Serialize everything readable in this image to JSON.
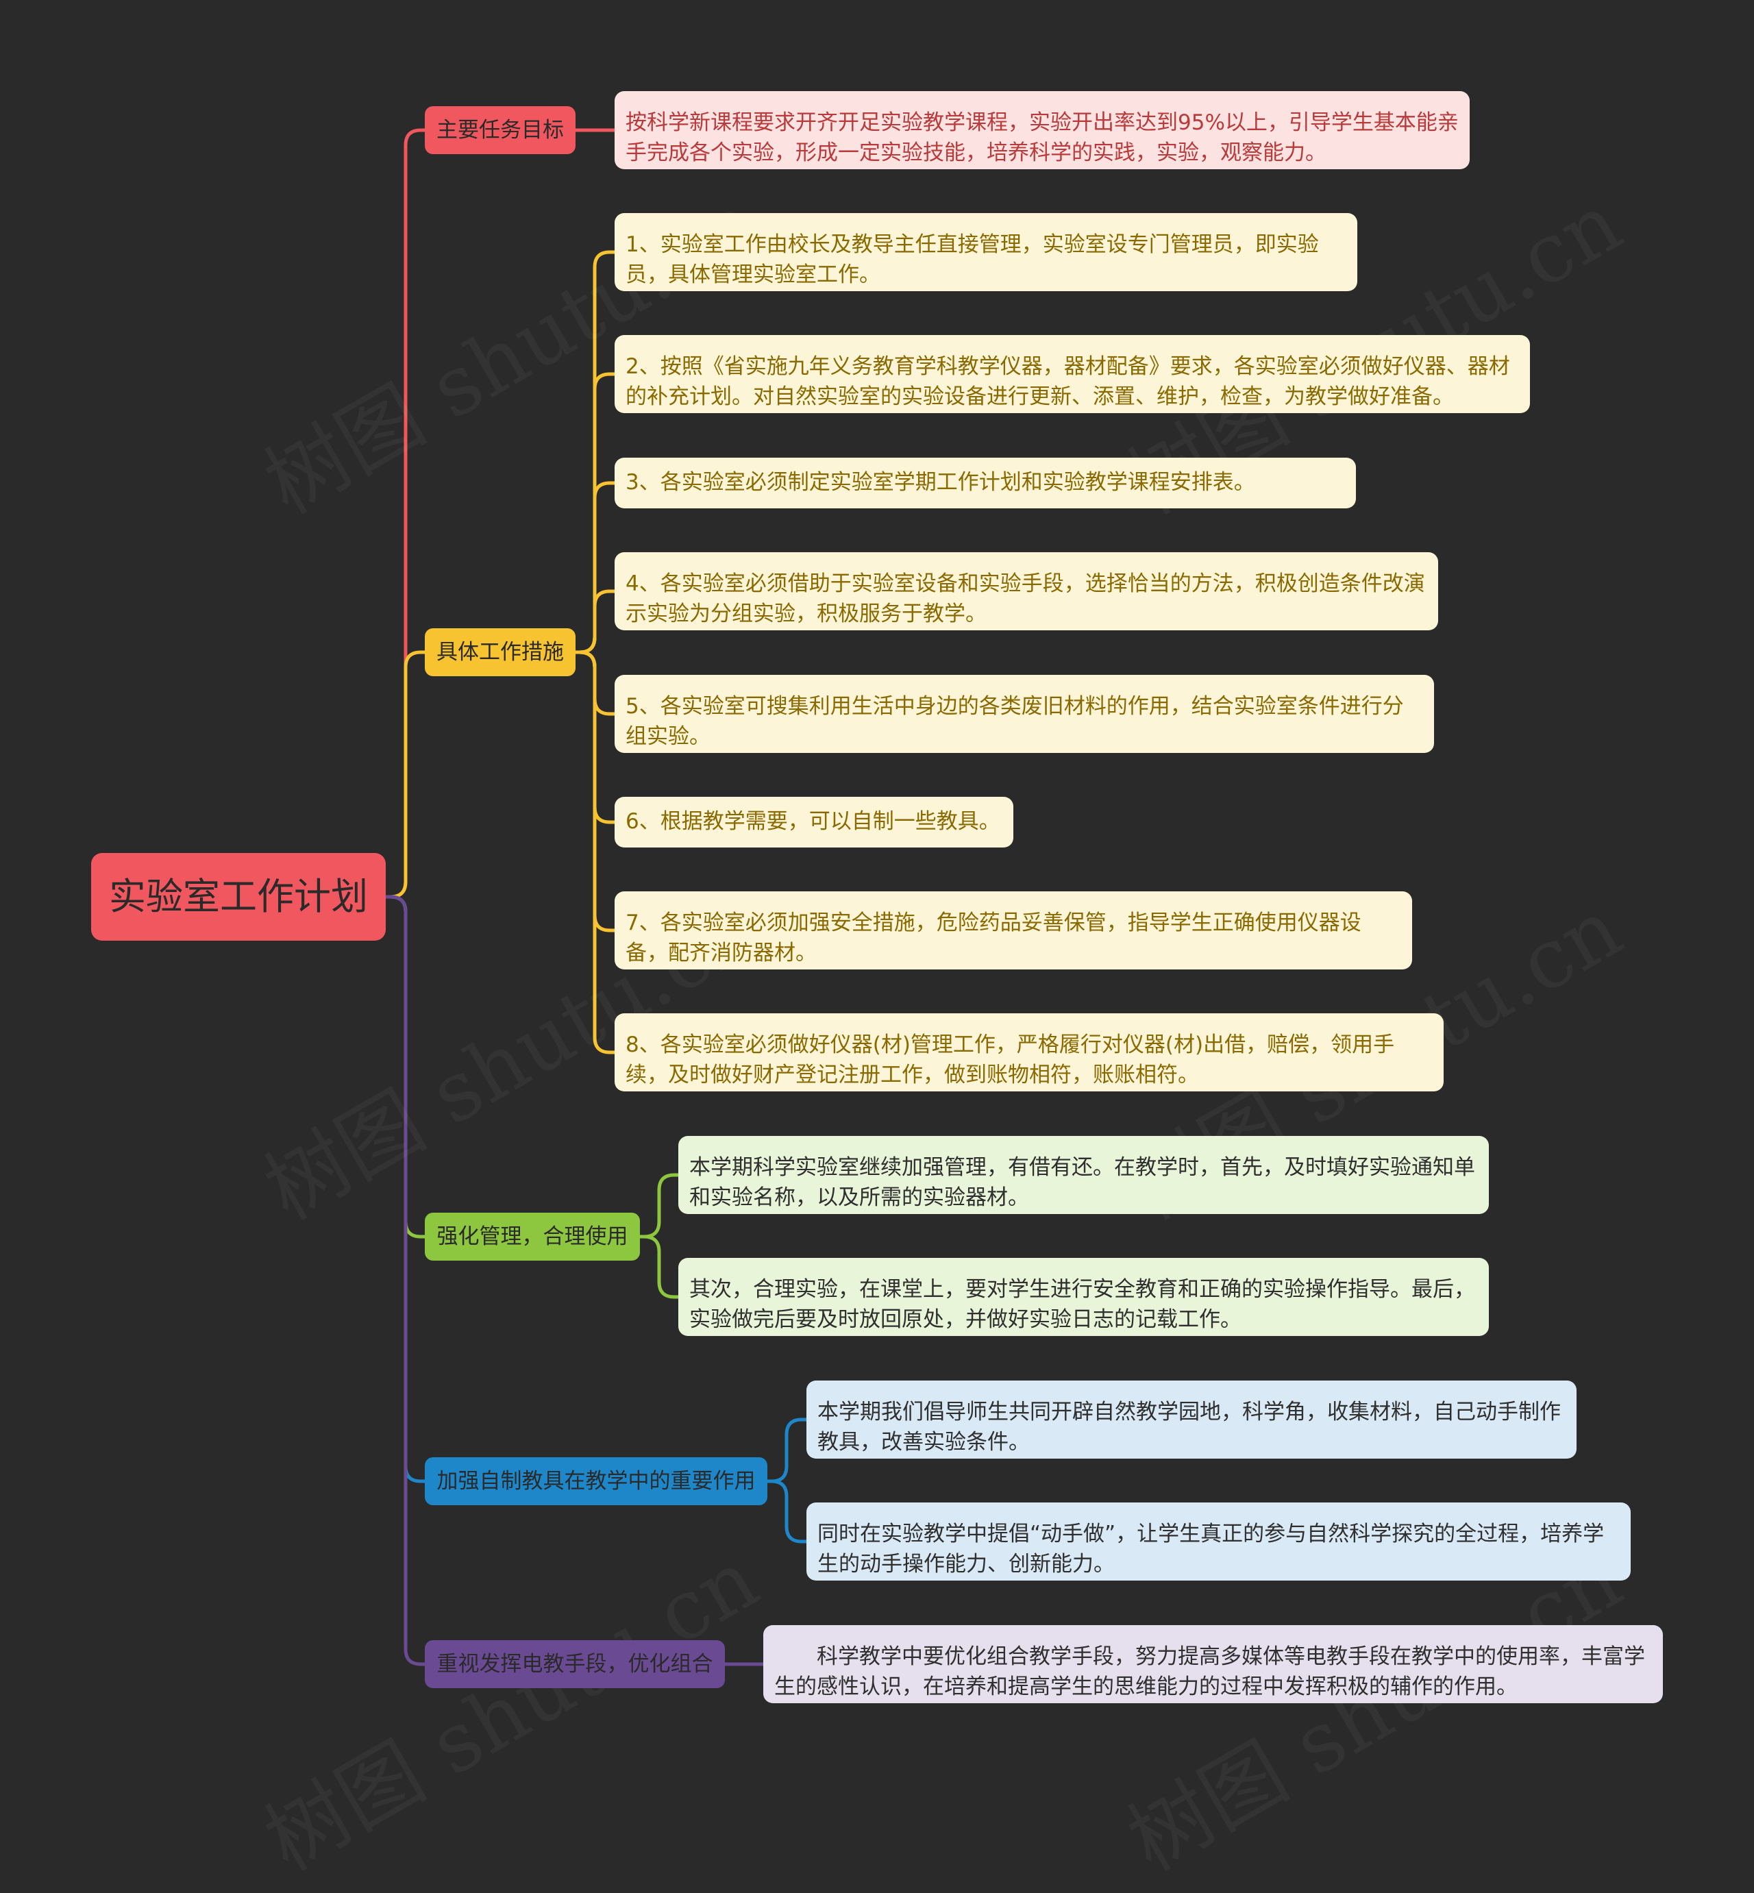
{
  "root": {
    "label": "实验室工作计划",
    "color": "#f0575e"
  },
  "branches": [
    {
      "label": "主要任务目标",
      "color": "#f0575e",
      "leaf_bg": "#fde2e2",
      "leaf_text": "#b93a3a",
      "leaves": [
        "按科学新课程要求开齐开足实验教学课程，实验开出率达到95%以上，引导学生基本能亲手完成各个实验，形成一定实验技能，培养科学的实践，实验，观察能力。"
      ]
    },
    {
      "label": "具体工作措施",
      "color": "#f7c331",
      "leaf_bg": "#fdf5d8",
      "leaf_text": "#8a6a00",
      "leaves": [
        "1、实验室工作由校长及教导主任直接管理，实验室设专门管理员，即实验员，具体管理实验室工作。",
        "2、按照《省实施九年义务教育学科教学仪器，器材配备》要求，各实验室必须做好仪器、器材的补充计划。对自然实验室的实验设备进行更新、添置、维护，检查，为教学做好准备。",
        "3、各实验室必须制定实验室学期工作计划和实验教学课程安排表。",
        "4、各实验室必须借助于实验室设备和实验手段，选择恰当的方法，积极创造条件改演示实验为分组实验，积极服务于教学。",
        "5、各实验室可搜集利用生活中身边的各类废旧材料的作用，结合实验室条件进行分组实验。",
        "6、根据教学需要，可以自制一些教具。",
        "7、各实验室必须加强安全措施，危险药品妥善保管，指导学生正确使用仪器设备，配齐消防器材。",
        "8、各实验室必须做好仪器(材)管理工作，严格履行对仪器(材)出借，赔偿，领用手续，及时做好财产登记注册工作，做到账物相符，账账相符。"
      ]
    },
    {
      "label": "强化管理，合理使用",
      "color": "#8dc63f",
      "leaf_bg": "#e9f5d9",
      "leaf_text": "#2f2f2f",
      "leaves": [
        "本学期科学实验室继续加强管理，有借有还。在教学时，首先，及时填好实验通知单和实验名称，以及所需的实验器材。",
        "其次，合理实验，在课堂上，要对学生进行安全教育和正确的实验操作指导。最后，实验做完后要及时放回原处，并做好实验日志的记载工作。"
      ]
    },
    {
      "label": "加强自制教具在教学中的重要作用",
      "color": "#1e87c9",
      "leaf_bg": "#d9e9f5",
      "leaf_text": "#2f2f2f",
      "leaves": [
        "本学期我们倡导师生共同开辟自然教学园地，科学角，收集材料，自己动手制作教具，改善实验条件。",
        "同时在实验教学中提倡“动手做”，让学生真正的参与自然科学探究的全过程，培养学生的动手操作能力、创新能力。"
      ]
    },
    {
      "label": "重视发挥电教手段，优化组合",
      "color": "#6a4a93",
      "leaf_bg": "#e6e0ee",
      "leaf_text": "#2f2f2f",
      "leaves": [
        "　　科学教学中要优化组合教学手段，努力提高多媒体等电教手段在教学中的使用率，丰富学生的感性认识，在培养和提高学生的思维能力的过程中发挥积极的辅作的作用。"
      ]
    }
  ],
  "watermark": "树图 shutu.cn"
}
